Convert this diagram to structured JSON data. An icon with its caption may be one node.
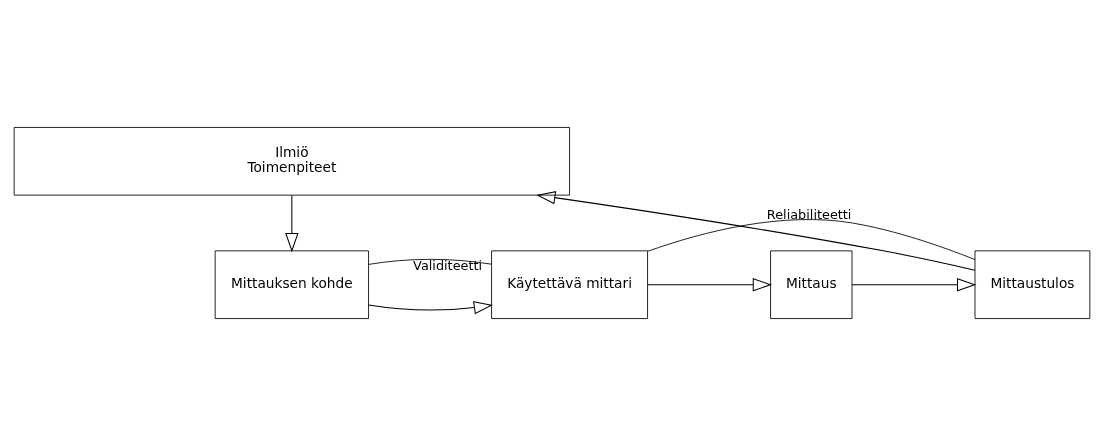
{
  "diagram": {
    "nodes": [
      {
        "text": [
          "Ilmiö",
          "Toimenpiteet"
        ]
      },
      {
        "text": [
          "Mittauksen kohde"
        ]
      },
      {
        "text": [
          "Käytettävä mittari"
        ]
      },
      {
        "text": [
          "Mittaus"
        ]
      },
      {
        "text": [
          "Mittaustulos"
        ]
      }
    ],
    "edges": [
      {
        "from": 0,
        "to": 1,
        "arrow": "to"
      },
      {
        "from": 1,
        "to": 2,
        "arrow": "to"
      },
      {
        "from": 2,
        "to": 3,
        "arrow": "to"
      },
      {
        "from": 3,
        "to": 4,
        "arrow": "to"
      },
      {
        "from": 4,
        "to": 0,
        "arrow": "to"
      },
      {
        "from": 1,
        "to": 2,
        "arrow": "none",
        "label": "Validiteetti"
      },
      {
        "from": 2,
        "to": 4,
        "arrow": "none",
        "label": "Reliabiliteetti"
      }
    ]
  }
}
